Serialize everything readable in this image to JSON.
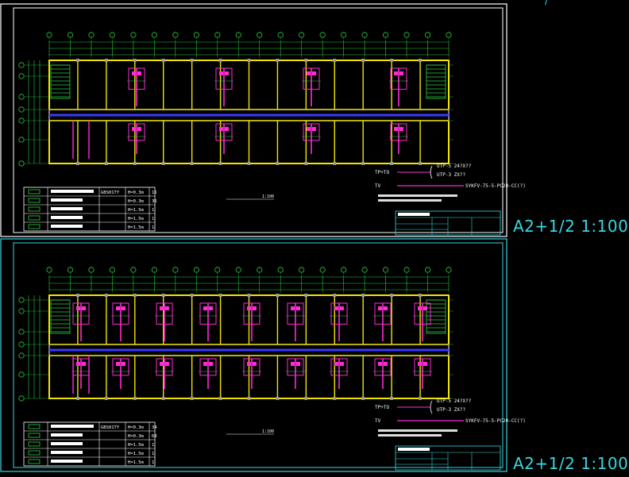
{
  "sheets": [
    {
      "scale_label": "A2+1/2 1:100",
      "legend_rows": [
        {
          "code": "GBS01TY",
          "height": "H=0.3m",
          "qty": "15"
        },
        {
          "code": "",
          "height": "H=0.3m",
          "qty": "36"
        },
        {
          "code": "",
          "height": "H=1.5m",
          "qty": "1"
        },
        {
          "code": "",
          "height": "H=1.5m",
          "qty": "1"
        },
        {
          "code": "",
          "height": "H=1.5m",
          "qty": "1"
        }
      ],
      "wiring": {
        "tp_label": "TP+TO",
        "tv_label": "TV",
        "tp_spec_1": "UTP-5 24?X??",
        "tp_spec_2": "UTP-3 ZX??",
        "tv_spec": "SYKFV-75-5-PC20-CC(?)"
      },
      "plan_title": "1:100"
    },
    {
      "scale_label": "A2+1/2 1:100",
      "legend_rows": [
        {
          "code": "GBS01TY",
          "height": "H=0.3m",
          "qty": "34"
        },
        {
          "code": "",
          "height": "H=0.3m",
          "qty": "68"
        },
        {
          "code": "",
          "height": "H=1.5m",
          "qty": "1"
        },
        {
          "code": "",
          "height": "H=1.5m",
          "qty": "1"
        },
        {
          "code": "",
          "height": "H=1.5m",
          "qty": "1"
        }
      ],
      "wiring": {
        "tp_label": "TP+TO",
        "tv_label": "TV",
        "tp_spec_1": "UTP-5 24?X??",
        "tp_spec_2": "UTP-3 ZX??",
        "tv_spec": "SYKFV-75-5-PC20-CC(?)"
      },
      "plan_title": "1:100"
    }
  ],
  "corner_mark": "/",
  "colors": {
    "wall": "#f2e600",
    "grid": "#2bd13f",
    "corridor": "#3a39ff",
    "device": "#ff2bd6",
    "frame": "#ffffff",
    "frame_alt": "#39d6e0",
    "stairs": "#2bd13f"
  }
}
